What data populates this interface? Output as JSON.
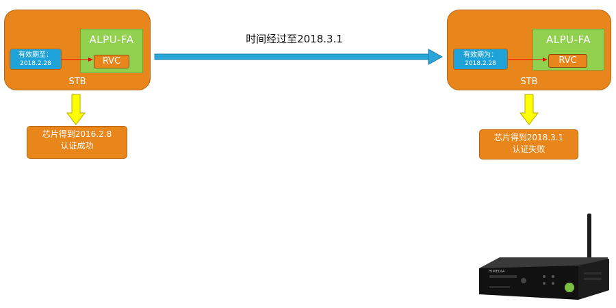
{
  "caption": "时间经过至2018.3.1",
  "left": {
    "stb_label": "STB",
    "chip_label": "ALPU-FA",
    "rvc_label": "RVC",
    "expiry_label": "有效期至：",
    "expiry_date": "2018.2.28",
    "result_line1": "芯片得到2016.2.8",
    "result_line2": "认证成功"
  },
  "right": {
    "stb_label": "STB",
    "chip_label": "ALPU-FA",
    "rvc_label": "RVC",
    "expiry_label": "有效期为：",
    "expiry_date": "2018.2.28",
    "result_line1": "芯片得到2018.3.1",
    "result_line2": "认证失败"
  },
  "device": {
    "brand_text": "HIMEDIA"
  },
  "colors": {
    "stb_orange": "#e8861c",
    "chip_green": "#92d050",
    "expiry_blue": "#1fa2d8",
    "timeline_blue": "#2aa6d8",
    "down_arrow_yellow": "#ffff00",
    "link_red": "#ff0000"
  }
}
